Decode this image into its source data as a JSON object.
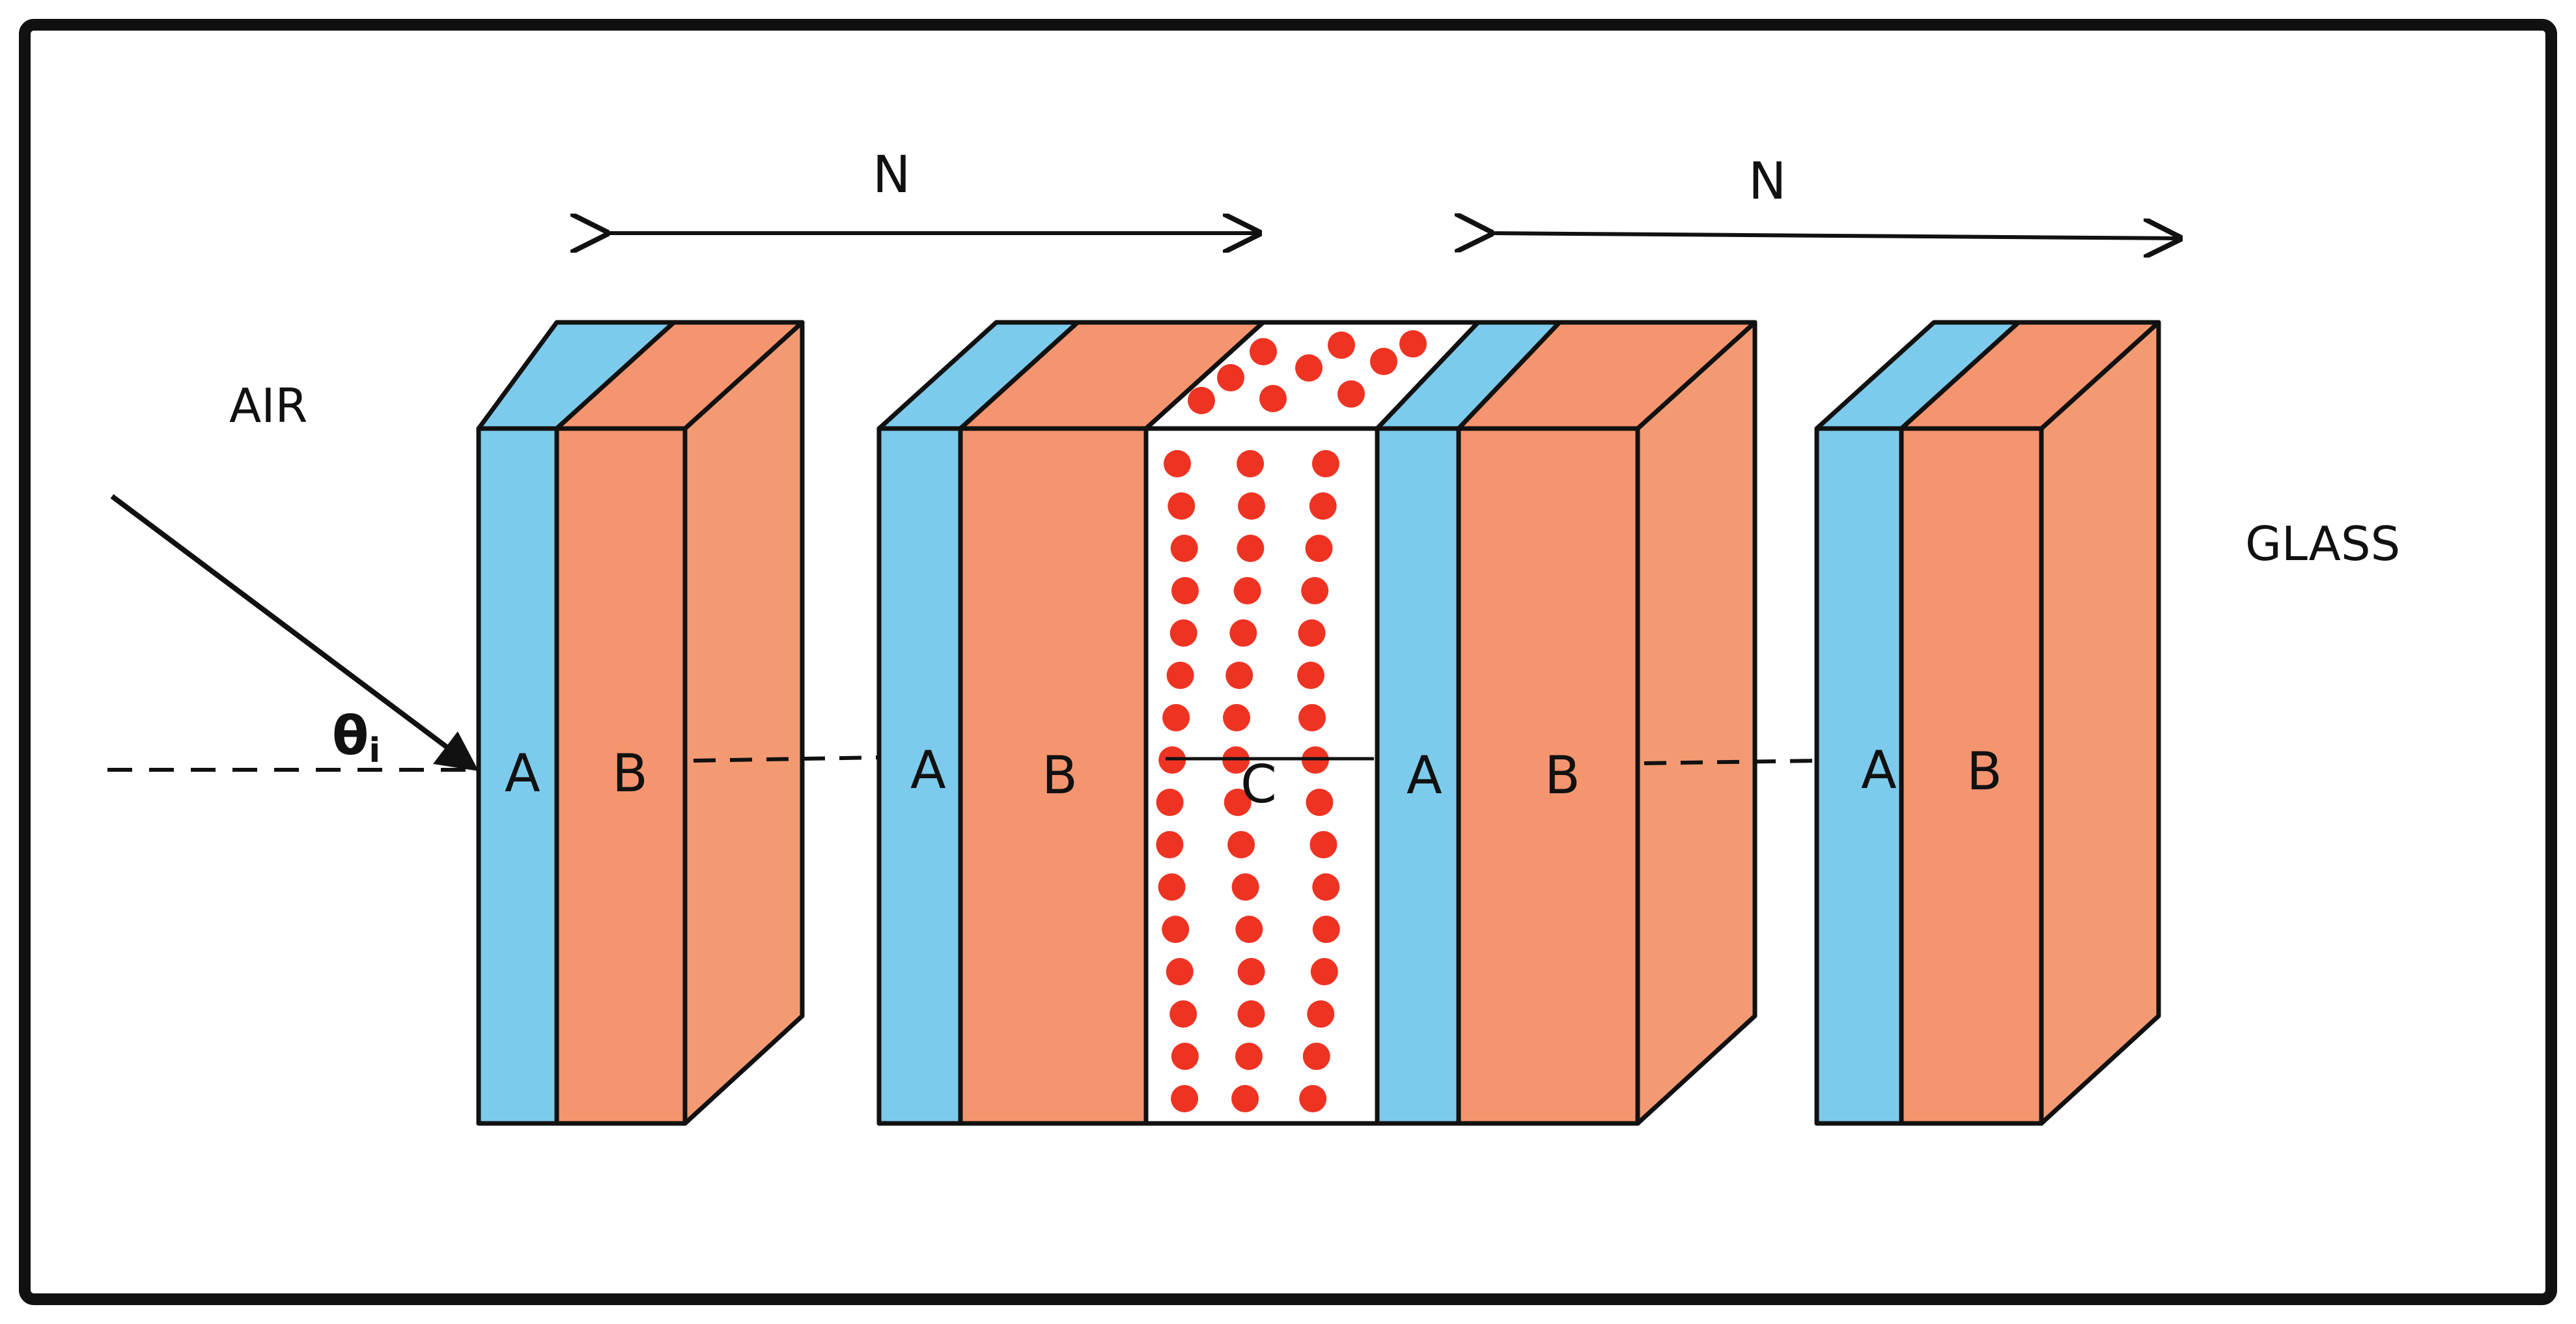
{
  "labels": {
    "air": "AIR",
    "glass": "GLASS",
    "period_left": "N",
    "period_right": "N",
    "angle": "θ",
    "angle_sub": "i",
    "layer_a": "A",
    "layer_b": "B",
    "defect": "C"
  },
  "colors": {
    "layer_a": "#7dcbec",
    "layer_b": "#f5956f",
    "layer_b_side": "#f39a73",
    "defect_fill": "#ffffff",
    "defect_dots": "#ee3322",
    "outline": "#111111"
  }
}
